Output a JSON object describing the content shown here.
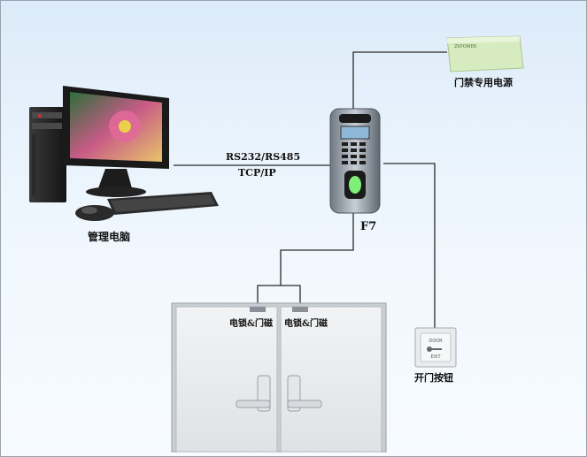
{
  "labels": {
    "computer": "管理电脑",
    "interface_line1": "RS232/RS485",
    "interface_line2": "TCP/IP",
    "device": "F7",
    "power_supply": "门禁专用电源",
    "exit_button": "开门按钮",
    "lock_left": "电锁&门磁",
    "lock_right": "电锁&门磁"
  },
  "power_brand": "ZKPOWER",
  "button_text": {
    "top": "DOOR",
    "bottom": "EXIT"
  },
  "colors": {
    "wire": "#2a2a2a",
    "power_box": "#d6ecc0",
    "device_body": "#9aa4ae",
    "lcd": "#8fb8d8",
    "fingerprint_glow": "#7ef07a"
  },
  "icons": [
    "computer-icon",
    "fingerprint-terminal-icon",
    "power-supply-icon",
    "exit-button-icon",
    "double-door-icon"
  ]
}
